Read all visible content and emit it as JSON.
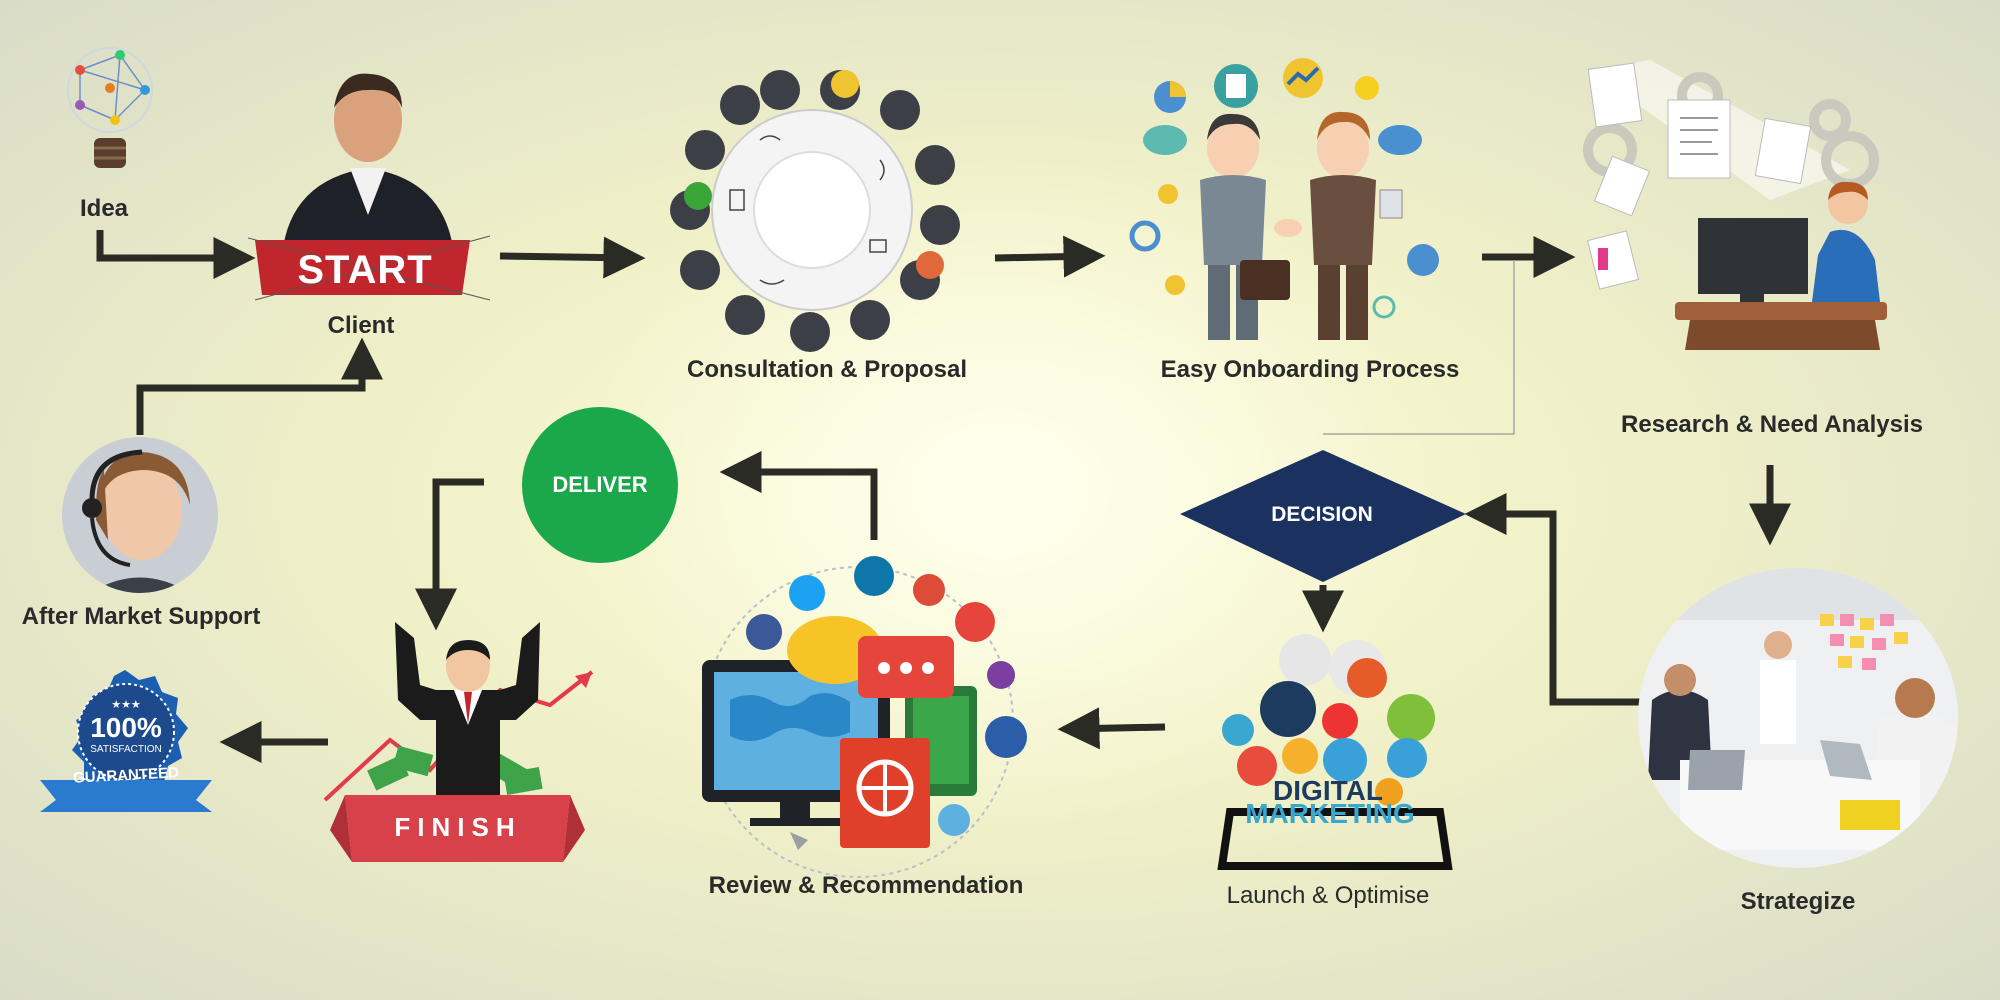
{
  "labels": {
    "idea": "Idea",
    "start_banner": "START",
    "client": "Client",
    "consultation": "Consultation & Proposal",
    "onboarding": "Easy Onboarding Process",
    "research": "Research & Need Analysis",
    "strategize": "Strategize",
    "decision": "DECISION",
    "launch": "Launch & Optimise",
    "review": "Review & Recommendation",
    "deliver": "DELIVER",
    "finish_banner": "FINISH",
    "after_market": "After Market Support",
    "digital": "DIGITAL",
    "marketing": "MARKETING",
    "badge_top": "★★★",
    "badge_pct": "100%",
    "badge_sat": "SATISFACTION",
    "badge_guar": "GUARANTEED"
  },
  "colors": {
    "arrow": "#2b2b25",
    "deliver_green": "#1aa84a",
    "decision_navy": "#1b3260",
    "start_red": "#c0262c",
    "finish_red": "#d8404a",
    "badge_blue": "#1c5fb0"
  }
}
